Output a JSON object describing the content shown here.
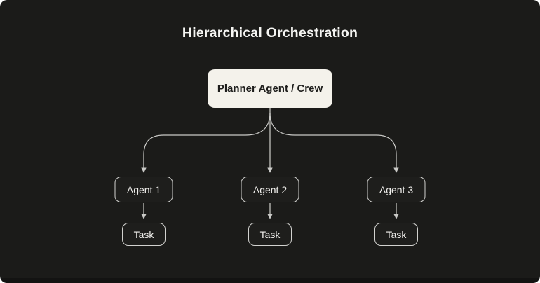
{
  "diagram": {
    "title": "Hierarchical Orchestration",
    "root": {
      "label": "Planner Agent / Crew"
    },
    "agents": [
      {
        "label": "Agent 1"
      },
      {
        "label": "Agent 2"
      },
      {
        "label": "Agent 3"
      }
    ],
    "task_label": "Task",
    "colors": {
      "page_bg": "#ffffff",
      "canvas_bg": "#1b1b19",
      "root_bg": "#f4f2eb",
      "root_text": "#1d1d1b",
      "node_bg": "#1e1e1c",
      "node_border": "#d2d2cf",
      "node_text": "#f0efec",
      "connector": "#c9c9c6",
      "title_text": "#f5f5f2"
    }
  }
}
